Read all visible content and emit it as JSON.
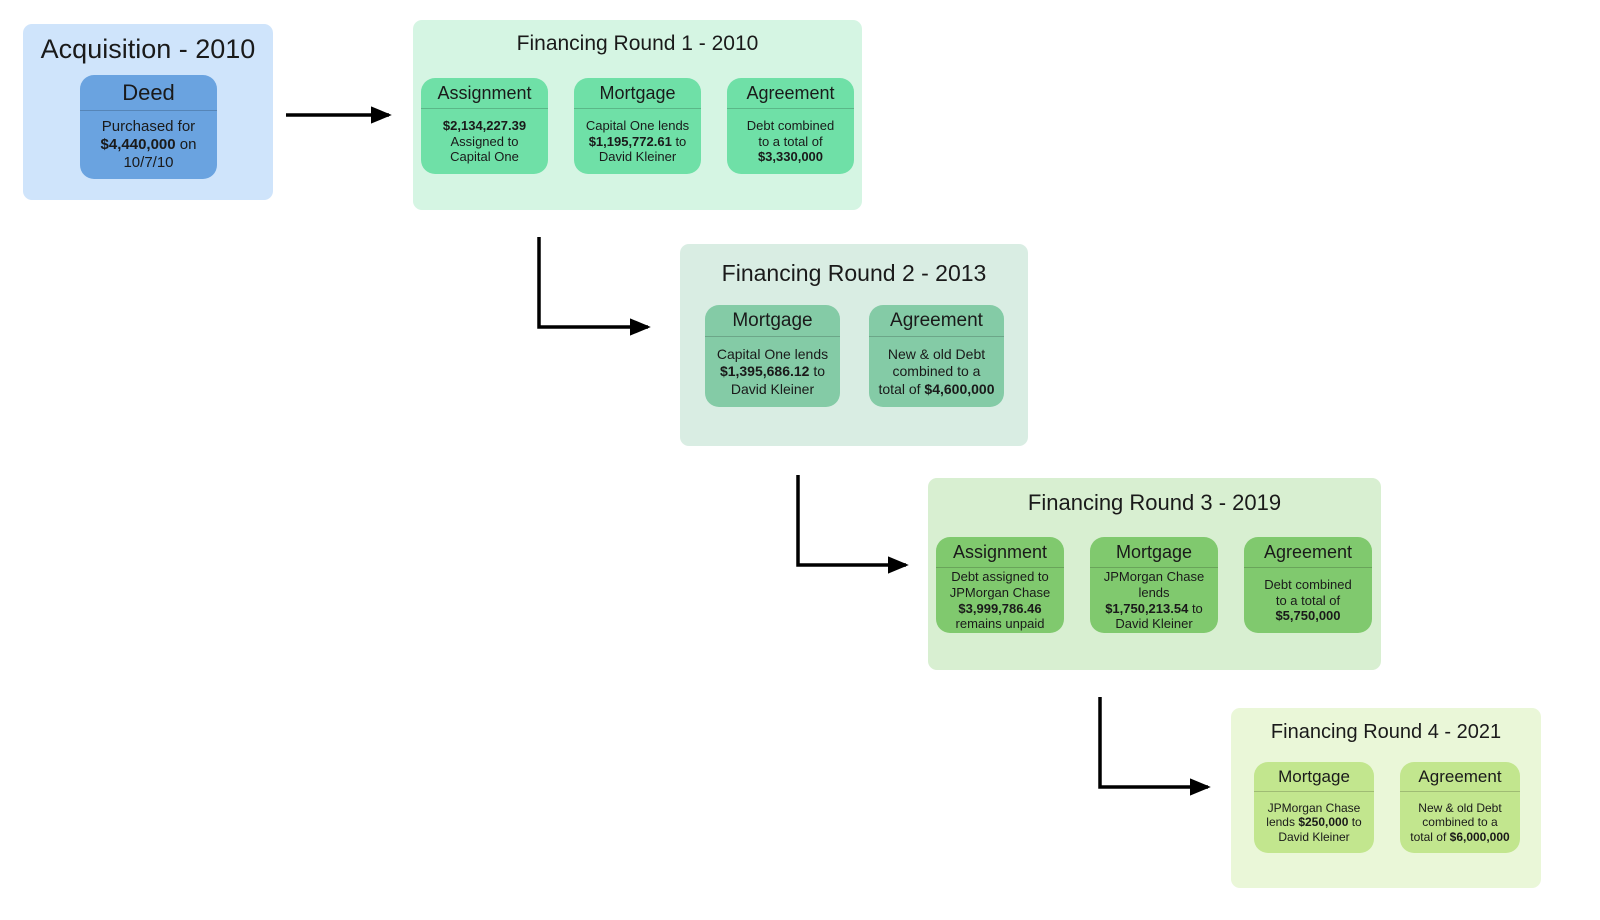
{
  "stages": [
    {
      "id": "acquisition",
      "title": "Acquisition - 2010",
      "cards": [
        {
          "header": "Deed",
          "lines": [
            [
              {
                "t": "Purchased for",
                "b": false
              }
            ],
            [
              {
                "t": "$4,440,000",
                "b": true
              },
              {
                "t": " on",
                "b": false
              }
            ],
            [
              {
                "t": "10/7/10",
                "b": false
              }
            ]
          ]
        }
      ]
    },
    {
      "id": "round1",
      "title": "Financing Round 1 - 2010",
      "cards": [
        {
          "header": "Assignment",
          "lines": [
            [
              {
                "t": "$2,134,227.39",
                "b": true
              }
            ],
            [
              {
                "t": "Assigned to",
                "b": false
              }
            ],
            [
              {
                "t": "Capital One",
                "b": false
              }
            ]
          ]
        },
        {
          "header": "Mortgage",
          "lines": [
            [
              {
                "t": "Capital One lends",
                "b": false
              }
            ],
            [
              {
                "t": "$1,195,772.61",
                "b": true
              },
              {
                "t": " to",
                "b": false
              }
            ],
            [
              {
                "t": "David Kleiner",
                "b": false
              }
            ]
          ]
        },
        {
          "header": "Agreement",
          "lines": [
            [
              {
                "t": "Debt combined",
                "b": false
              }
            ],
            [
              {
                "t": "to a total of",
                "b": false
              }
            ],
            [
              {
                "t": "$3,330,000",
                "b": true
              }
            ]
          ]
        }
      ]
    },
    {
      "id": "round2",
      "title": "Financing Round 2 - 2013",
      "cards": [
        {
          "header": "Mortgage",
          "lines": [
            [
              {
                "t": "Capital One lends",
                "b": false
              }
            ],
            [
              {
                "t": "$1,395,686.12",
                "b": true
              },
              {
                "t": " to",
                "b": false
              }
            ],
            [
              {
                "t": "David Kleiner",
                "b": false
              }
            ]
          ]
        },
        {
          "header": "Agreement",
          "lines": [
            [
              {
                "t": "New & old Debt",
                "b": false
              }
            ],
            [
              {
                "t": "combined to a",
                "b": false
              }
            ],
            [
              {
                "t": "total of ",
                "b": false
              },
              {
                "t": "$4,600,000",
                "b": true
              }
            ]
          ]
        }
      ]
    },
    {
      "id": "round3",
      "title": "Financing Round 3 - 2019",
      "cards": [
        {
          "header": "Assignment",
          "lines": [
            [
              {
                "t": "Debt assigned to",
                "b": false
              }
            ],
            [
              {
                "t": "JPMorgan Chase",
                "b": false
              }
            ],
            [
              {
                "t": "$3,999,786.46",
                "b": true
              }
            ],
            [
              {
                "t": "remains unpaid",
                "b": false
              }
            ]
          ]
        },
        {
          "header": "Mortgage",
          "lines": [
            [
              {
                "t": "JPMorgan Chase",
                "b": false
              }
            ],
            [
              {
                "t": "lends",
                "b": false
              }
            ],
            [
              {
                "t": "$1,750,213.54",
                "b": true
              },
              {
                "t": " to",
                "b": false
              }
            ],
            [
              {
                "t": "David Kleiner",
                "b": false
              }
            ]
          ]
        },
        {
          "header": "Agreement",
          "lines": [
            [
              {
                "t": "Debt combined",
                "b": false
              }
            ],
            [
              {
                "t": "to a total of",
                "b": false
              }
            ],
            [
              {
                "t": "$5,750,000",
                "b": true
              }
            ]
          ]
        }
      ]
    },
    {
      "id": "round4",
      "title": "Financing Round 4 - 2021",
      "cards": [
        {
          "header": "Mortgage",
          "lines": [
            [
              {
                "t": "JPMorgan Chase",
                "b": false
              }
            ],
            [
              {
                "t": "lends ",
                "b": false
              },
              {
                "t": "$250,000",
                "b": true
              },
              {
                "t": " to",
                "b": false
              }
            ],
            [
              {
                "t": "David Kleiner",
                "b": false
              }
            ]
          ]
        },
        {
          "header": "Agreement",
          "lines": [
            [
              {
                "t": "New & old Debt",
                "b": false
              }
            ],
            [
              {
                "t": "combined to a",
                "b": false
              }
            ],
            [
              {
                "t": "total of ",
                "b": false
              },
              {
                "t": "$6,000,000",
                "b": true
              }
            ]
          ]
        }
      ]
    }
  ],
  "colors": {
    "acquisition_bg": "#cfe4fb",
    "acquisition_card": "#6aa3e0",
    "round1_bg": "#d5f5e3",
    "round1_card": "#6fe0a7",
    "round2_bg": "#d9ede3",
    "round2_card": "#84cba6",
    "round3_bg": "#d8efd1",
    "round3_card": "#80c96e",
    "round4_bg": "#eaf7d8",
    "round4_card": "#c2e68e",
    "arrow": "#000000"
  }
}
